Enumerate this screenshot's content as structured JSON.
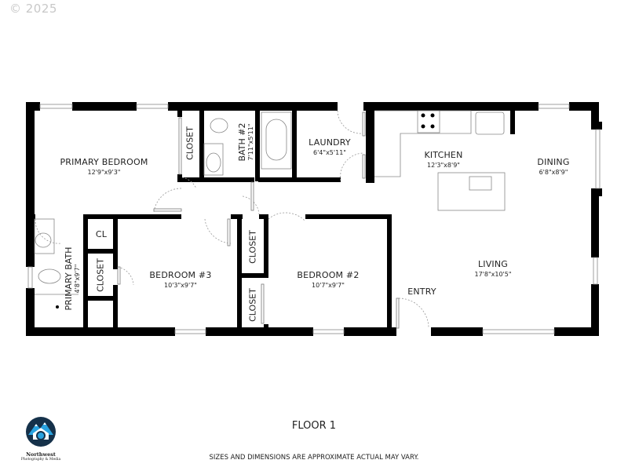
{
  "copyright": "© 2025",
  "floor_title": "FLOOR 1",
  "disclaimer": "SIZES AND DIMENSIONS ARE APPROXIMATE ACTUAL MAY VARY.",
  "logo": {
    "line1": "Northwest",
    "line2": "Photography & Media",
    "colors": {
      "circle": "#15314a",
      "accent": "#2aa3e0"
    }
  },
  "rooms": {
    "primary_bedroom": {
      "name": "PRIMARY BEDROOM",
      "dim": "12'9\"x9'3\""
    },
    "closet_primary": {
      "name": "CLOSET"
    },
    "bath2": {
      "name": "BATH #2",
      "dim": "7'11\"x5'11\""
    },
    "laundry": {
      "name": "LAUNDRY",
      "dim": "6'4\"x5'11\""
    },
    "kitchen": {
      "name": "KITCHEN",
      "dim": "12'3\"x8'9\""
    },
    "dining": {
      "name": "DINING",
      "dim": "6'8\"x8'9\""
    },
    "cl": {
      "name": "CL"
    },
    "primary_bath": {
      "name": "PRIMARY BATH",
      "dim": "4'8\"x9'7\""
    },
    "closet_bed3": {
      "name": "CLOSET"
    },
    "bedroom3": {
      "name": "BEDROOM #3",
      "dim": "10'3\"x9'7\""
    },
    "closet_hall_upper": {
      "name": "CLOSET"
    },
    "closet_hall_lower": {
      "name": "CLOSET"
    },
    "bedroom2": {
      "name": "BEDROOM #2",
      "dim": "10'7\"x9'7\""
    },
    "entry": {
      "name": "ENTRY"
    },
    "living": {
      "name": "LIVING",
      "dim": "17'8\"x10'5\""
    }
  }
}
